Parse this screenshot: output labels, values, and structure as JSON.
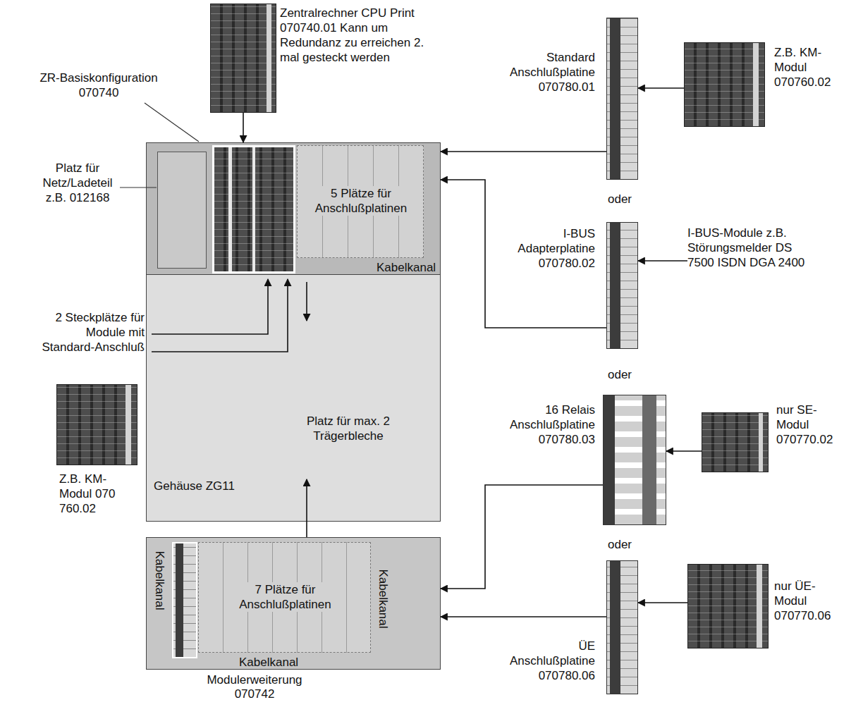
{
  "diagram": {
    "nodes": [
      {
        "text": [
          "Platz für max. 2 Trägerbleche",
          "Gehäuse ZG11"
        ]
      },
      {
        "text": [
          "Kabelkanal"
        ]
      },
      {
        "text": [
          "5 Plätze für Anschlußplatinen"
        ],
        "in": 1
      },
      {
        "text": [
          "Zentralrechner CPU Print 070740.01 Kann um Redundanz zu erreichen 2. mal gesteckt werden"
        ]
      },
      {
        "text": [
          "Standard Anschlußplatine 070780.01"
        ]
      },
      {
        "text": [
          "Z.B. KM-Modul 070760.02"
        ]
      },
      {
        "text": [
          "I-BUS Adapterplatine 070780.02"
        ]
      },
      {
        "text": [
          "I-BUS-Module z.B. Störungsmelder DS 7500 ISDN DGA 2400"
        ]
      },
      {
        "text": [
          "16 Relais Anschlußplatine 070780.03"
        ]
      },
      {
        "text": [
          "nur SE-Modul 070770.02"
        ]
      },
      {
        "text": [
          "ÜE Anschlußplatine 070780.06"
        ]
      },
      {
        "text": [
          "nur ÜE-Modul 070770.06"
        ]
      },
      {
        "text": [
          "Kabelkanal",
          "Kabelkanal",
          "Kabelkanal",
          "Modulerweiterung 070742"
        ]
      },
      {
        "text": [
          "7 Plätze für Anschlußplatinen"
        ],
        "in": 12
      },
      {
        "text": [
          "Z.B. KM-Modul 070 760.02"
        ]
      }
    ],
    "edges": [
      {
        "from": 3,
        "to": 1,
        "arrow": "to"
      },
      {
        "from": 5,
        "to": 4,
        "arrow": "to"
      },
      {
        "from": 4,
        "to": 1,
        "arrow": "to"
      },
      {
        "from": 7,
        "to": 6,
        "arrow": "to"
      },
      {
        "from": 6,
        "to": 1,
        "arrow": "to"
      },
      {
        "from": 9,
        "to": 8,
        "arrow": "to"
      },
      {
        "from": 8,
        "to": 12,
        "arrow": "to"
      },
      {
        "from": 11,
        "to": 10,
        "arrow": "to"
      },
      {
        "from": 10,
        "to": 12,
        "arrow": "to"
      },
      {
        "from": 12,
        "to": 0,
        "arrow": "to"
      }
    ],
    "labels": [
      "ZR-Basiskonfiguration 070740",
      "Platz für Netz/Ladeteil z.B. 012168",
      "2 Steckplätze für Module mit Standard-Anschluß",
      "oder",
      "oder",
      "oder"
    ]
  }
}
